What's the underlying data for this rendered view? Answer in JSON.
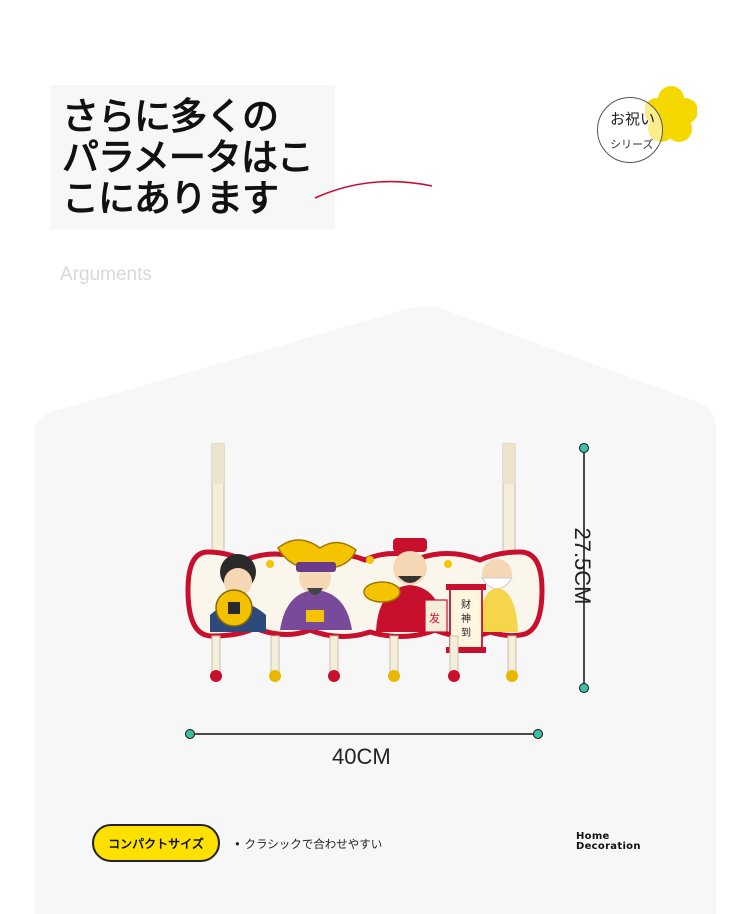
{
  "headline": {
    "lines": [
      "さらに多くの",
      "パラメータはこ",
      "こにあります"
    ]
  },
  "badge": {
    "main": "お祝い",
    "sub": "シリーズ"
  },
  "subtitle": "Arguments",
  "dimensions": {
    "height": "27.5CM",
    "width": "40CM"
  },
  "footer": {
    "pill": "コンパクトサイズ",
    "bullet": "• クラシックで合わせやすい",
    "brand": [
      "Home",
      "Decoration"
    ]
  },
  "colors": {
    "accent_yellow": "#ffe100",
    "flower_yellow": "#f5d800",
    "accent_red": "#c8102e",
    "dimension_dot": "#3cc0a0"
  }
}
